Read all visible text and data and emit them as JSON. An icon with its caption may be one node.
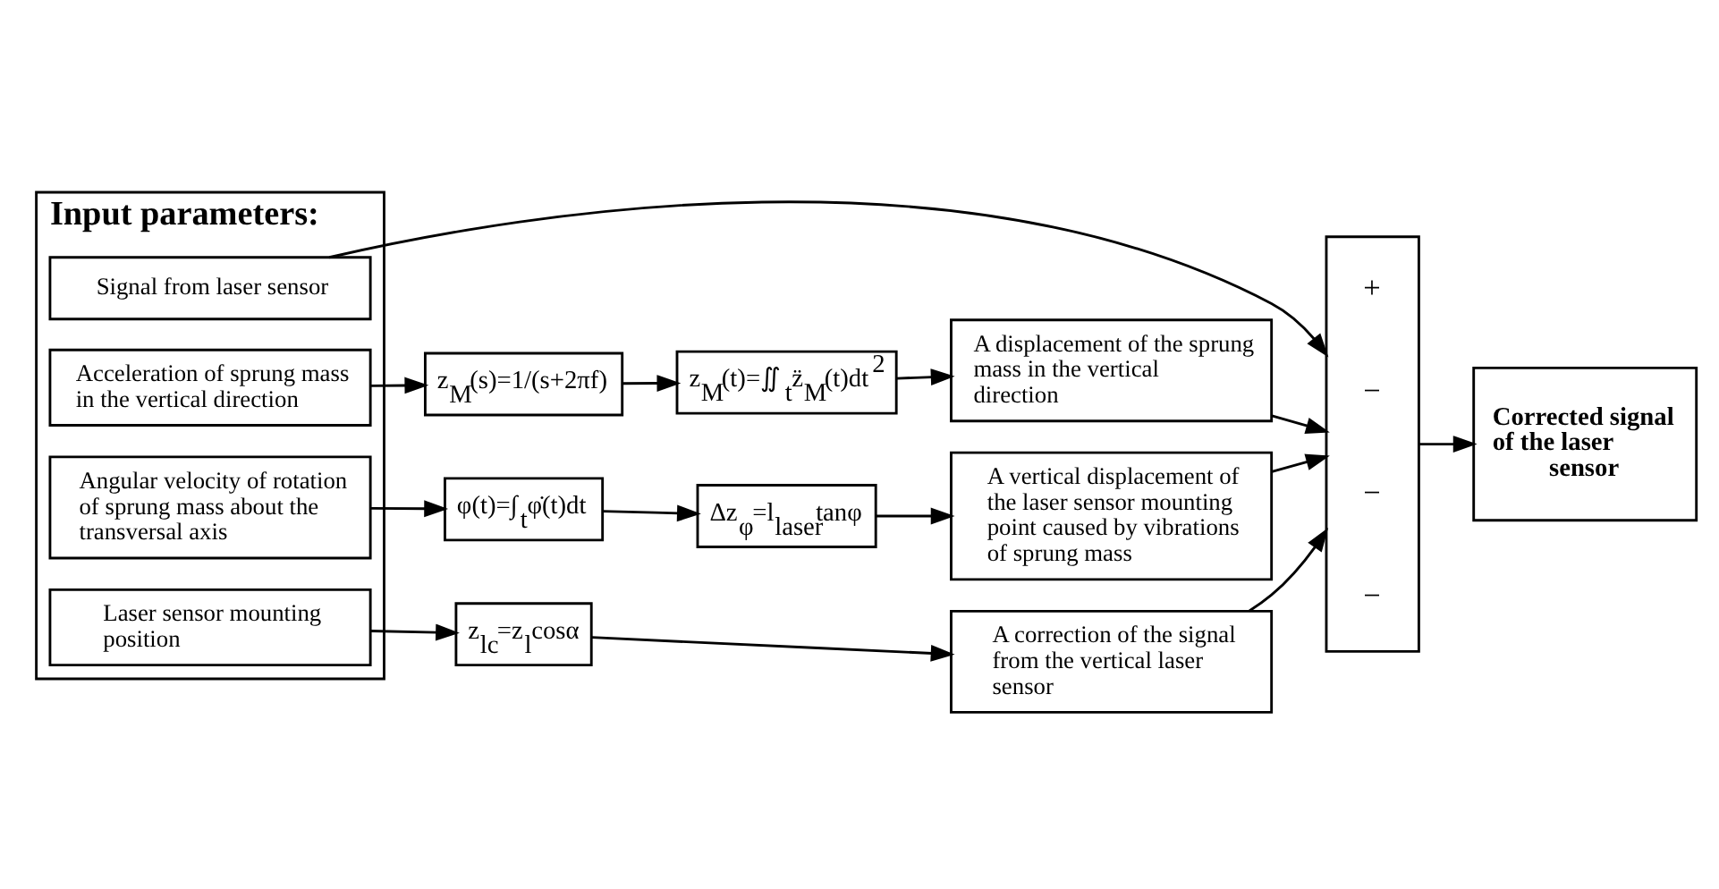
{
  "diagram": {
    "nodes": [
      {
        "text": [
          "Input parameters:"
        ]
      },
      {
        "text": [
          "Signal from laser sensor"
        ],
        "in": 0
      },
      {
        "text": [
          "Acceleration of sprung mass in the vertical direction"
        ],
        "in": 0
      },
      {
        "text": [
          "Angular velocity of rotation of sprung mass about the transversal axis"
        ],
        "in": 0
      },
      {
        "text": [
          "Laser sensor mounting position"
        ],
        "in": 0
      },
      {
        "text": [
          "z$_{M}$(s)=1/(s+2πf)"
        ]
      },
      {
        "text": [
          "z$_{M}$(t)=∬$_{t}$z̈$_{M}$(t)dt$^{2}$"
        ]
      },
      {
        "text": [
          "φ(t)=∫$_{t}$φ̇(t)dt"
        ]
      },
      {
        "text": [
          "Δz$_{φ}$=l$_{laser}$tanφ"
        ]
      },
      {
        "text": [
          "z$_{lc}$=z$_{l}$cosα"
        ]
      },
      {
        "text": [
          "A displacement of the sprung mass in the vertical direction"
        ]
      },
      {
        "text": [
          "A vertical displacement of the laser sensor mounting point caused by vibrations of sprung mass"
        ]
      },
      {
        "text": [
          "A correction of the signal from the vertical laser sensor"
        ]
      },
      {
        "text": [
          "+",
          "−",
          "−",
          "−"
        ]
      },
      {
        "text": [
          "Corrected signal of the laser sensor"
        ]
      }
    ],
    "edges": [
      {
        "from": 1,
        "to": 13,
        "arrow": "to"
      },
      {
        "from": 2,
        "to": 5,
        "arrow": "to"
      },
      {
        "from": 5,
        "to": 6,
        "arrow": "to"
      },
      {
        "from": 6,
        "to": 10,
        "arrow": "to"
      },
      {
        "from": 10,
        "to": 13,
        "arrow": "to"
      },
      {
        "from": 3,
        "to": 7,
        "arrow": "to"
      },
      {
        "from": 7,
        "to": 8,
        "arrow": "to"
      },
      {
        "from": 8,
        "to": 11,
        "arrow": "to"
      },
      {
        "from": 11,
        "to": 13,
        "arrow": "to"
      },
      {
        "from": 4,
        "to": 9,
        "arrow": "to"
      },
      {
        "from": 9,
        "to": 12,
        "arrow": "to"
      },
      {
        "from": 12,
        "to": 13,
        "arrow": "to"
      },
      {
        "from": 13,
        "to": 14,
        "arrow": "to"
      }
    ]
  }
}
